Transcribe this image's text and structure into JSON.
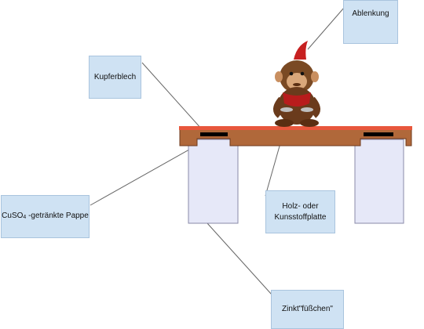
{
  "labels": {
    "ablenkung": "Ablenkung",
    "kupferblech": "Kupferblech",
    "cuso4_main": "CuSO",
    "cuso4_sub": "4",
    "cuso4_rest": " -getränkte Pappe",
    "holz": "Holz- oder Kunsstoffplatte",
    "zink": "Zinkt\"füßchen\""
  },
  "colors": {
    "label_fill": "#cfe2f3",
    "copper_strip": "#e8573c",
    "wood_board": "#b0683a",
    "zinc_feet": "#e6e8f8",
    "pads": "#000000",
    "leader_lines": "#666666"
  },
  "icons": {
    "figure": "monkey-toy-icon"
  }
}
